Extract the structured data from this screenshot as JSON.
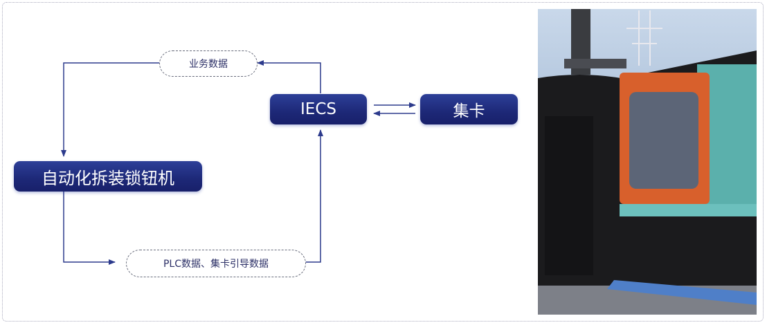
{
  "nodes": {
    "iecs": "IECS",
    "truck": "集卡",
    "machine": "自动化拆装锁钮机"
  },
  "edge_labels": {
    "business_data": "业务数据",
    "plc_data": "PLC数据、集卡引导数据"
  },
  "colors": {
    "box": "#1d2877",
    "line": "#2c3a8c"
  }
}
